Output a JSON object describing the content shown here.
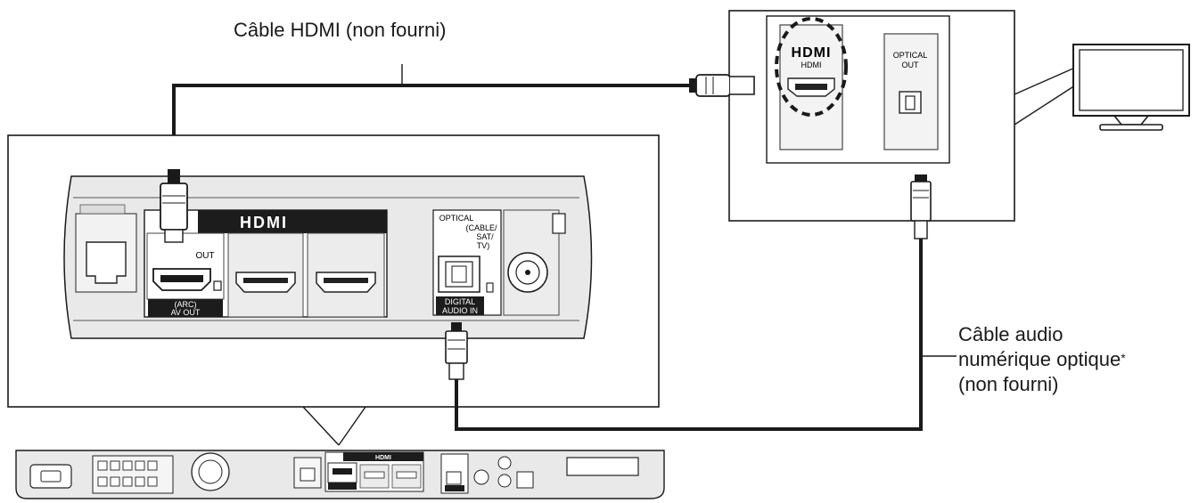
{
  "labels": {
    "hdmi_cable": "Câble HDMI (non fourni)",
    "optical_cable_line1": "Câble audio",
    "optical_cable_line2": "numérique optique",
    "optical_cable_mark": "*",
    "optical_cable_line3": "(non fourni)"
  },
  "tv_panel": {
    "hdmi_logo": "HDMI",
    "hdmi_port_label": "HDMI",
    "optical_label_line1": "OPTICAL",
    "optical_label_line2": "OUT"
  },
  "player_panel": {
    "hdmi_logo": "HDMI",
    "out_label": "OUT",
    "arc_label": "(ARC)",
    "av_out_label": "AV OUT",
    "optical_label_line1": "OPTICAL",
    "optical_label_line2": "(CABLE/",
    "optical_label_line3": "SAT/",
    "optical_label_line4": "TV)",
    "digital_label_line1": "DIGITAL",
    "digital_label_line2": "AUDIO IN"
  },
  "device_strip": {
    "hdmi_logo": "HDMI"
  },
  "icons": {
    "tv": "tv-icon",
    "hdmi_plug": "hdmi-plug-icon",
    "optical_plug": "optical-plug-icon"
  },
  "colors": {
    "line": "#1a1a1a",
    "panel_fill": "#e9e9e9",
    "port_fill": "#f2f2f2",
    "logo_band": "#1c1c1c"
  }
}
